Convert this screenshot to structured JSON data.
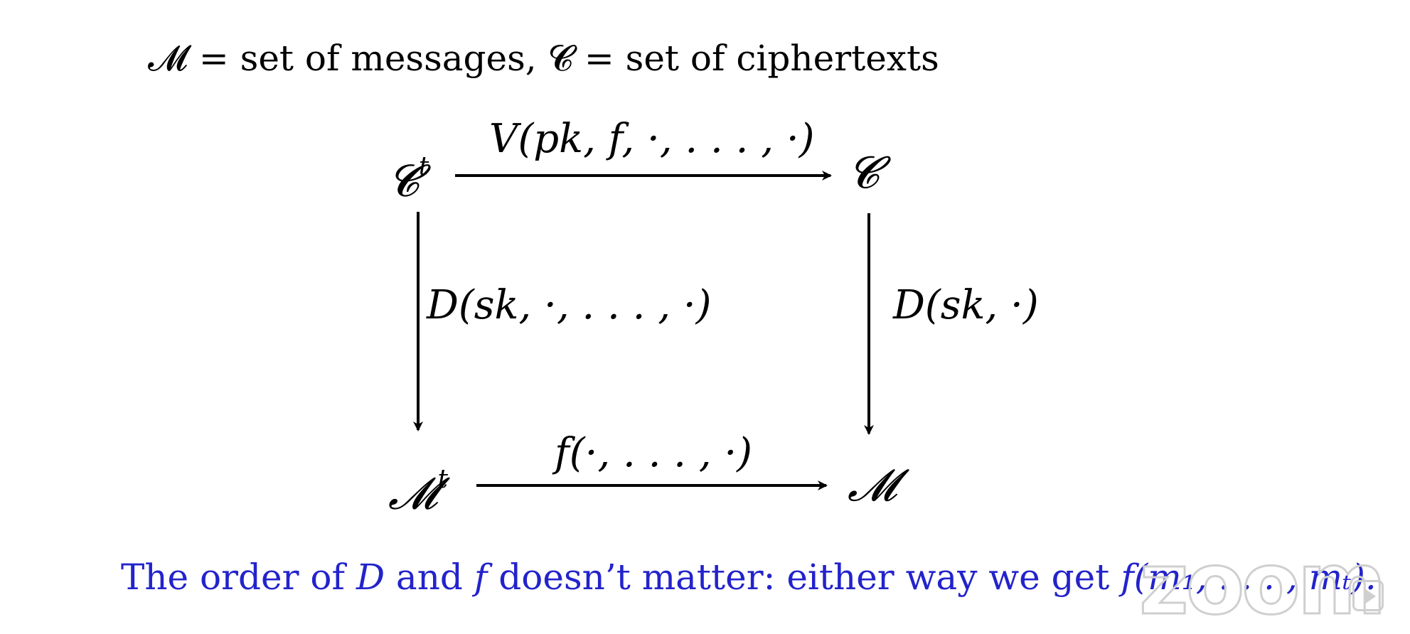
{
  "header": {
    "text": "𝓜 = set of messages, 𝓒 = set of ciphertexts"
  },
  "diagram": {
    "nodes": {
      "top_left": "𝓒",
      "top_left_sup": "t",
      "top_right": "𝓒",
      "bottom_left": "𝓜",
      "bottom_left_sup": "t",
      "bottom_right": "𝓜"
    },
    "edges": {
      "top": "V(pk, f, ·, . . . , ·)",
      "left": "D(sk, ·, . . . , ·)",
      "right": "D(sk, ·)",
      "bottom": "f(·, . . . , ·)"
    }
  },
  "footer": {
    "text_part1": "The order of ",
    "D": "D",
    "text_part2": " and ",
    "f": "f",
    "text_part3": " doesn’t matter: either way we get ",
    "expr": "f(m₁, . . . , mₜ).",
    "color": "#2323cc"
  },
  "watermark": {
    "text": "zoom"
  }
}
